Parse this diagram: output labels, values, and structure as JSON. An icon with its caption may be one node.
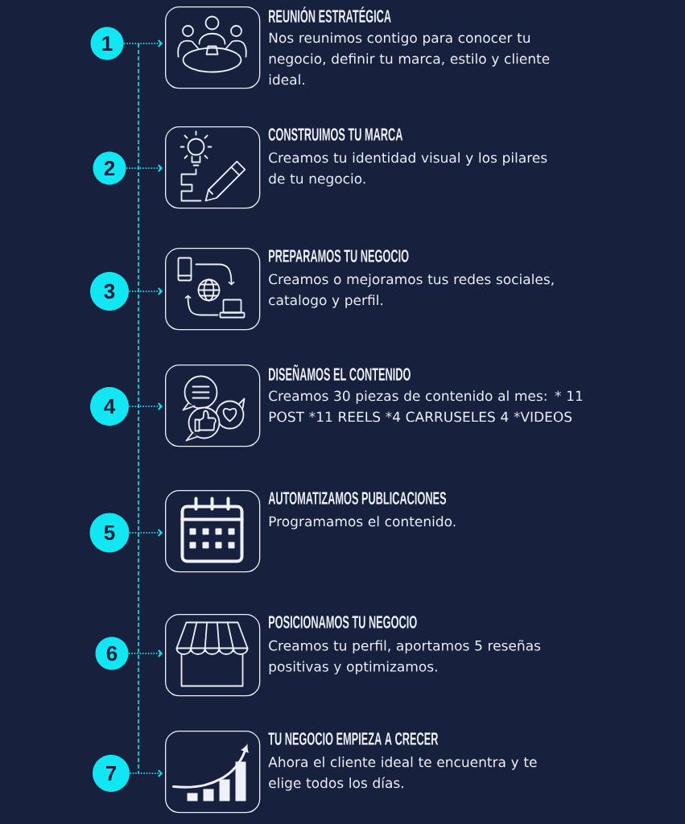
{
  "diagram": {
    "nodes": [
      {
        "text": [
          "1"
        ]
      },
      {
        "text": [],
        "shape": "box",
        "beside": [
          "REUNIÓN ESTRATÉGICA",
          "Nos reunimos contigo para conocer tu negocio, definir tu marca, estilo y cliente ideal."
        ]
      },
      {
        "text": [
          "2"
        ]
      },
      {
        "text": [],
        "shape": "box",
        "beside": [
          "CONSTRUIMOS TU MARCA",
          "Creamos tu identidad visual y los pilares de tu negocio."
        ]
      },
      {
        "text": [
          "3"
        ]
      },
      {
        "text": [],
        "shape": "box",
        "beside": [
          "PREPARAMOS TU NEGOCIO",
          "Creamos o mejoramos tus redes sociales, catalogo y perfil."
        ]
      },
      {
        "text": [
          "4"
        ]
      },
      {
        "text": [],
        "shape": "box",
        "beside": [
          "DISEÑAMOS EL CONTENIDO",
          "Creamos 30 piezas de contenido al mes: * 11 POST *11 REELS *4 CARRUSELES 4 *VIDEOS"
        ]
      },
      {
        "text": [
          "5"
        ]
      },
      {
        "text": [],
        "shape": "box",
        "beside": [
          "AUTOMATIZAMOS PUBLICACIONES",
          "Programamos el contenido."
        ]
      },
      {
        "text": [
          "6"
        ]
      },
      {
        "text": [],
        "shape": "box",
        "beside": [
          "POSICIONAMOS TU NEGOCIO",
          "Creamos tu perfil, aportamos 5 reseñas positivas y optimizamos."
        ]
      },
      {
        "text": [
          "7"
        ]
      },
      {
        "text": [],
        "shape": "box",
        "beside": [
          "TU NEGOCIO EMPIEZA A CRECER",
          "Ahora el cliente ideal te encuentra y te elige todos los días."
        ]
      }
    ],
    "edges": [
      {
        "from": 0,
        "to": 1,
        "arrow": "to"
      },
      {
        "from": 2,
        "to": 3,
        "arrow": "to"
      },
      {
        "from": 4,
        "to": 5,
        "arrow": "to"
      },
      {
        "from": 6,
        "to": 7,
        "arrow": "to"
      },
      {
        "from": 8,
        "to": 9,
        "arrow": "to"
      },
      {
        "from": 10,
        "to": 11,
        "arrow": "to"
      },
      {
        "from": 12,
        "to": 13,
        "arrow": "to"
      }
    ]
  }
}
